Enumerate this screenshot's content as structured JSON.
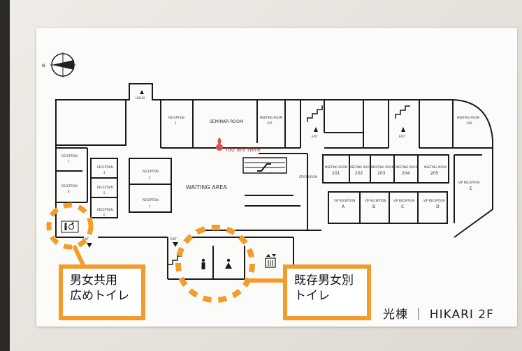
{
  "sign": {
    "compass_label": "N",
    "rooms": {
      "hoshi": "HOSHI",
      "reception_1": "RECEPTION",
      "reception_1_num": "1",
      "seminar": "SEMINAR ROOM",
      "meeting_207": "MEETING ROOM",
      "meeting_207_num": "207",
      "meeting_206": "MEETING ROOM",
      "meeting_206_num": "206",
      "exit_top_left": "EXIT",
      "exit_top_right": "EXIT",
      "you_are_here": "You are Here",
      "reception_7": "RECEPTION",
      "reception_7_num": "7",
      "reception_8": "RECEPTION",
      "reception_8_num": "8",
      "reception_4": "RECEPTION",
      "reception_4_num": "4",
      "reception_5": "RECEPTION",
      "reception_5_num": "5",
      "reception_6": "RECEPTION",
      "reception_6_num": "6",
      "reception_2": "RECEPTION",
      "reception_2_num": "2",
      "reception_3": "RECEPTION",
      "reception_3_num": "3",
      "waiting_area": "WAITING AREA",
      "staff_room": "STAFF ROOM",
      "meeting_201": "MEETING ROOM",
      "meeting_201_num": "201",
      "meeting_202": "MEETING ROOM",
      "meeting_202_num": "202",
      "meeting_203": "MEETING ROOM",
      "meeting_203_num": "203",
      "meeting_204": "MEETING ROOM",
      "meeting_204_num": "204",
      "meeting_205": "MEETING ROOM",
      "meeting_205_num": "205",
      "vip_a": "VIP RECEPTION",
      "vip_a_letter": "A",
      "vip_b": "VIP RECEPTION",
      "vip_b_letter": "B",
      "vip_c": "VIP RECEPTION",
      "vip_c_letter": "C",
      "vip_d": "VIP RECEPTION",
      "vip_d_letter": "D",
      "vip_e": "VIP RECEPTION",
      "vip_e_letter": "E",
      "exit_left": "EXIT",
      "exit_bottom": "EXIT"
    },
    "callout_left_line1": "男女共用",
    "callout_left_line2": "広めトイレ",
    "callout_right_line1": "既存男女別",
    "callout_right_line2": "トイレ",
    "footer": "光棟 ｜ HIKARI 2F",
    "accent_color": "#f39c2b",
    "marker_color": "#d9534f"
  }
}
